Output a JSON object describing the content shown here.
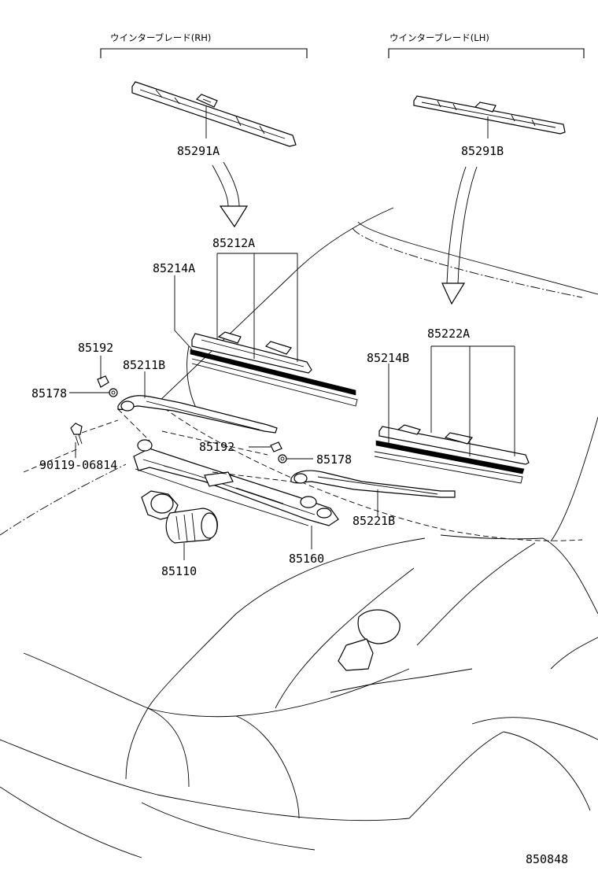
{
  "headers": {
    "rh": "ウインターブレード(RH)",
    "lh": "ウインターブレード(LH)"
  },
  "labels": {
    "p85291A": "85291A",
    "p85291B": "85291B",
    "p85212A": "85212A",
    "p85214A": "85214A",
    "p85222A": "85222A",
    "p85214B": "85214B",
    "p85192_top": "85192",
    "p85211B": "85211B",
    "p85178_left": "85178",
    "p85192_mid": "85192",
    "p85178_right": "85178",
    "p90119": "90119-06814",
    "p85221B": "85221B",
    "p85160": "85160",
    "p85110": "85110"
  },
  "diagram_id": "850848"
}
